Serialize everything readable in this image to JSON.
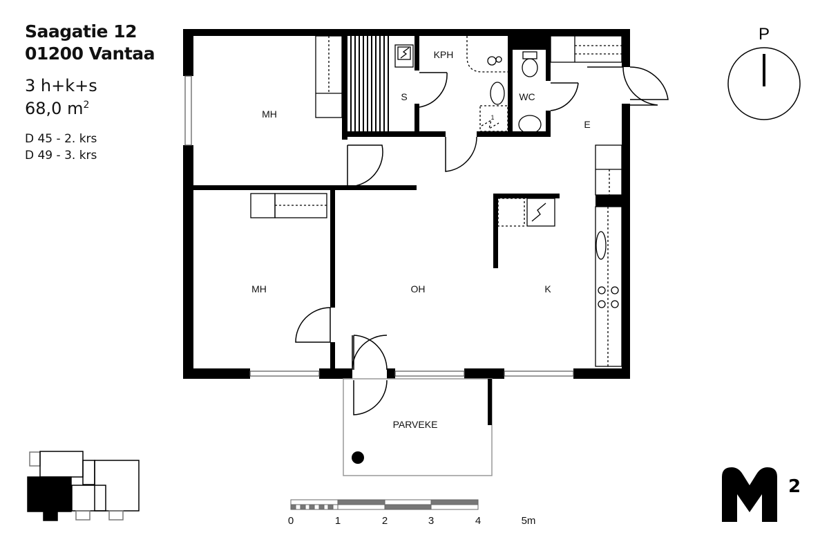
{
  "address": {
    "street": "Saagatie 12",
    "city": "01200 Vantaa"
  },
  "apartment": {
    "type": "3 h+k+s",
    "area": "68,0 m",
    "area_unit_sup": "2"
  },
  "floors": [
    "D 45 - 2. krs",
    "D 49 - 3. krs"
  ],
  "rooms": {
    "mh1": "MH",
    "mh2": "MH",
    "kph": "KPH",
    "s": "S",
    "wc": "WC",
    "e": "E",
    "oh": "OH",
    "k": "K",
    "parveke": "PARVEKE",
    "shower_number": "1"
  },
  "compass": {
    "label": "P",
    "icon": "north-arrow-icon"
  },
  "scale_bar": {
    "labels": [
      "0",
      "1",
      "2",
      "3",
      "4",
      "5m"
    ]
  },
  "logo": {
    "text": "M",
    "sup": "2"
  },
  "colors": {
    "wall": "#000000",
    "scale_fill": "#777777",
    "balcony_line": "#999999"
  }
}
